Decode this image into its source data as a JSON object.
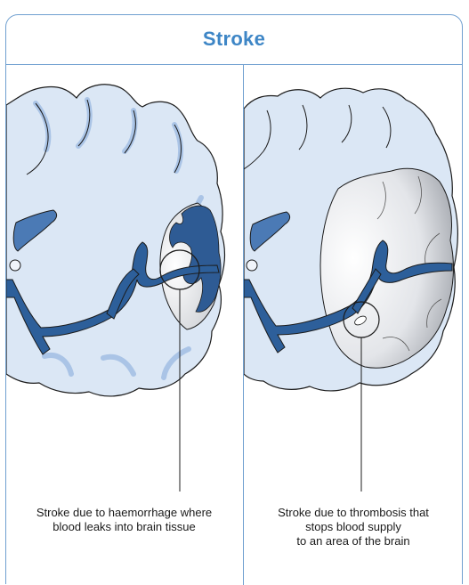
{
  "title": "Stroke",
  "panels": [
    {
      "caption_lines": [
        "Stroke due to haemorrhage where",
        "blood leaks into brain tissue"
      ]
    },
    {
      "caption_lines": [
        "Stroke due to thrombosis that",
        "stops blood supply",
        "to an area of the brain"
      ]
    }
  ],
  "colors": {
    "frame": "#6f9fd0",
    "title": "#3e86c6",
    "brain_tissue": "#dbe7f5",
    "brain_fold": "#aac4e6",
    "vessel": "#2d5f9a",
    "bleed": "#2e5b94"
  }
}
